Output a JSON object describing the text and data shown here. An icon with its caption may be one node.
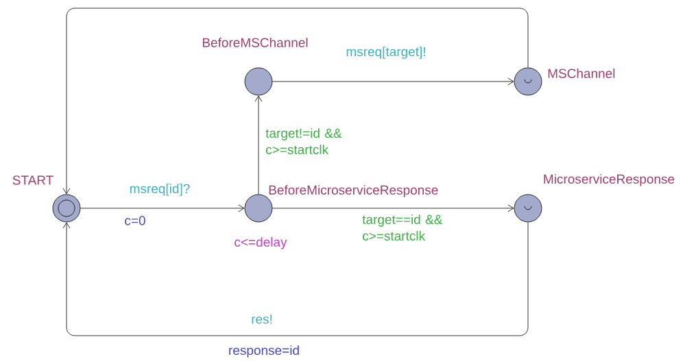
{
  "diagram": {
    "nodes": [
      {
        "text": [
          "START"
        ]
      },
      {
        "text": [
          "BeforeMSChannel"
        ]
      },
      {
        "text": [
          "MSChannel"
        ]
      },
      {
        "text": [
          "BeforeMicroserviceResponse"
        ],
        "beside": [
          "c<=delay"
        ]
      },
      {
        "text": [
          "MicroserviceResponse"
        ]
      }
    ],
    "edges": [
      {
        "from": 0,
        "to": 3,
        "arrow": "to",
        "label": "msreq[id]?"
      },
      {
        "from": 3,
        "to": 1,
        "arrow": "to",
        "label": "target!=id && c>=startclk"
      },
      {
        "from": 1,
        "to": 2,
        "arrow": "to",
        "label": "msreq[target]!"
      },
      {
        "from": 3,
        "to": 4,
        "arrow": "to",
        "label": "target==id && c>=startclk"
      },
      {
        "from": 2,
        "to": 0,
        "arrow": "to"
      },
      {
        "from": 4,
        "to": 0,
        "arrow": "to",
        "label": "res!"
      }
    ],
    "labels": [
      "c=0",
      "response=id"
    ]
  }
}
